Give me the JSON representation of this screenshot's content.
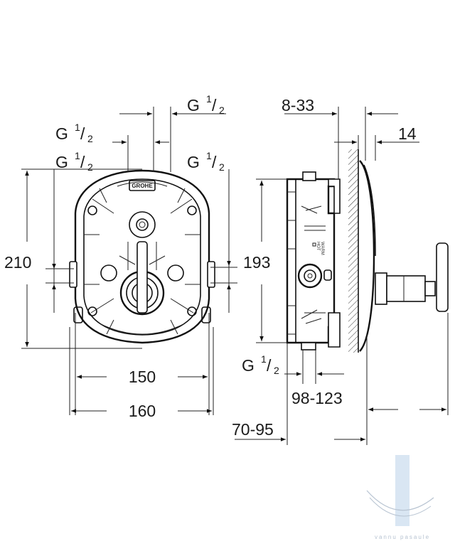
{
  "dimensions": {
    "front_top_thread": {
      "base": "G",
      "num": "1",
      "den": "2"
    },
    "front_mid_thread": {
      "base": "G",
      "num": "1",
      "den": "2"
    },
    "front_left_thread": {
      "base": "G",
      "num": "1",
      "den": "2"
    },
    "front_right_thread": {
      "base": "G",
      "num": "1",
      "den": "2"
    },
    "front_height": "210",
    "front_inner_width": "150",
    "front_outer_width": "160",
    "side_depth_range": "8-33",
    "side_plate": "14",
    "side_height": "193",
    "side_bottom_thread": {
      "base": "G",
      "num": "1",
      "den": "2"
    },
    "side_total_range": "98-123",
    "side_body_range": "70-95"
  },
  "labels": {
    "brand": "GROHE",
    "valve_mark_1": "WARM",
    "valve_mark_2": "HOT"
  },
  "watermark": {
    "text": "vannu pasaule",
    "color": "#b8c4d2",
    "accent": "#cfe0f0"
  },
  "colors": {
    "line": "#111111",
    "background": "#ffffff"
  }
}
